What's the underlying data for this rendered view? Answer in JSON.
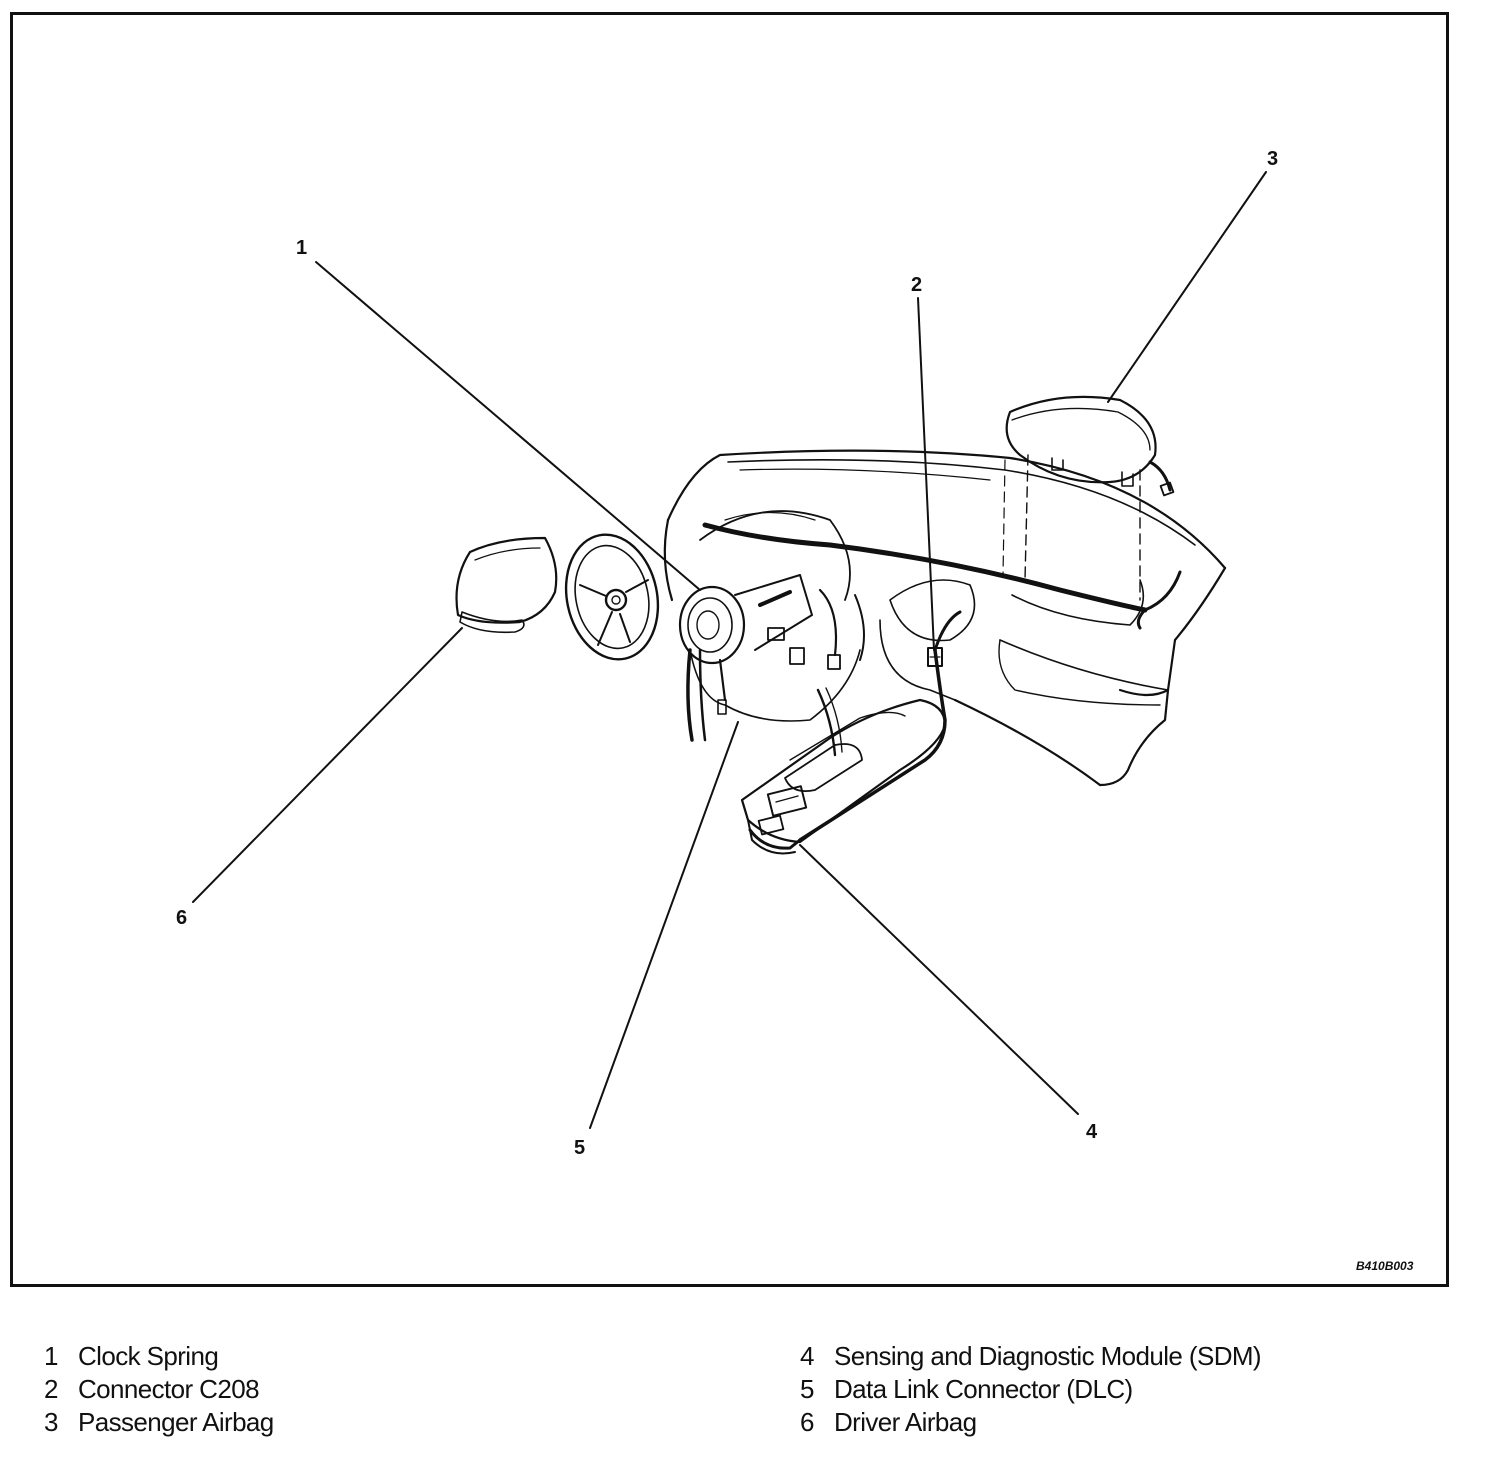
{
  "figure": {
    "code": "B410B003",
    "callouts": [
      {
        "number": "1",
        "label": "Clock Spring"
      },
      {
        "number": "2",
        "label": "Connector C208"
      },
      {
        "number": "3",
        "label": "Passenger Airbag"
      },
      {
        "number": "4",
        "label": "Sensing and Diagnostic Module (SDM)"
      },
      {
        "number": "5",
        "label": "Data Link Connector (DLC)"
      },
      {
        "number": "6",
        "label": "Driver Airbag"
      }
    ]
  },
  "colors": {
    "ink": "#111111",
    "background": "#ffffff"
  }
}
